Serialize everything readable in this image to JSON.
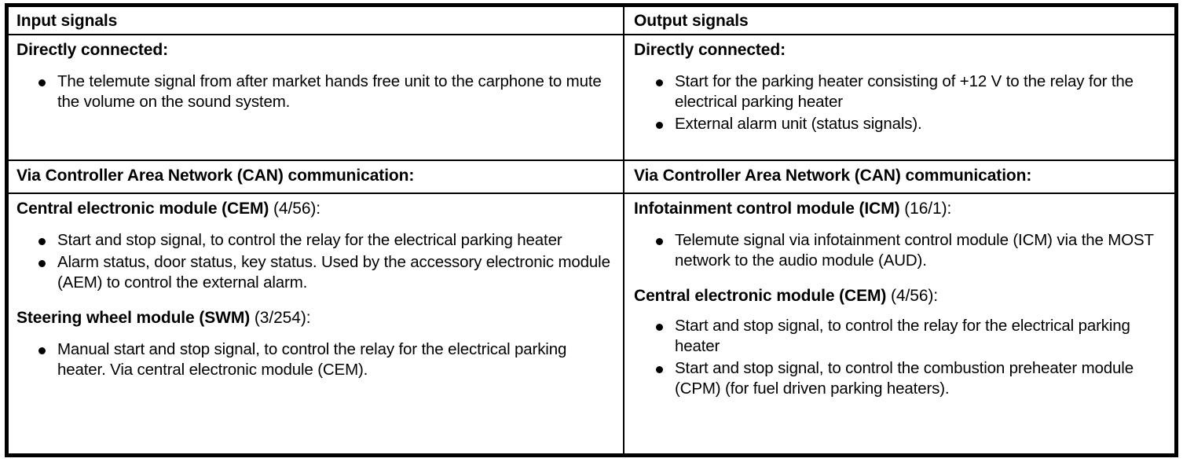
{
  "document": {
    "type": "table",
    "title": "Input and output signals table",
    "border_color": "#000000",
    "background_color": "#ffffff",
    "text_color": "#000000"
  },
  "columns": {
    "left_header": "Input signals",
    "right_header": "Output signals"
  },
  "rows": {
    "directly_connected": {
      "left": {
        "heading": "Directly connected:",
        "bullets": [
          "The telemute signal from after market hands free unit to the carphone to mute the volume on the sound system."
        ]
      },
      "right": {
        "heading": "Directly connected:",
        "bullets": [
          "Start for the parking heater consisting of +12 V to the relay for the electrical parking heater",
          "External alarm unit (status signals)."
        ]
      }
    },
    "can_header": {
      "left": "Via Controller Area Network (CAN) communication:",
      "right": "Via Controller Area Network (CAN) communication:"
    },
    "can_body": {
      "left": {
        "groups": [
          {
            "module_bold": "Central electronic module (CEM)",
            "module_plain": " (4/56):",
            "bullets": [
              "Start and stop signal, to control the relay for the electrical parking heater",
              "Alarm status, door status, key status. Used by the accessory electronic module (AEM) to control the external alarm."
            ]
          },
          {
            "module_bold": "Steering wheel module (SWM)",
            "module_plain": " (3/254):",
            "bullets": [
              "Manual start and stop signal, to control the relay for the electrical parking heater. Via central electronic module (CEM)."
            ]
          }
        ]
      },
      "right": {
        "groups": [
          {
            "module_bold": "Infotainment control module (ICM)",
            "module_plain": " (16/1):",
            "bullets": [
              "Telemute signal via infotainment control module (ICM) via the MOST network to the audio module (AUD)."
            ]
          },
          {
            "module_bold": "Central electronic module (CEM)",
            "module_plain": " (4/56):",
            "bullets": [
              "Start and stop signal, to control the relay for the electrical parking heater",
              "Start and stop signal, to control the combustion preheater module (CPM) (for fuel driven parking heaters)."
            ]
          }
        ]
      }
    }
  }
}
